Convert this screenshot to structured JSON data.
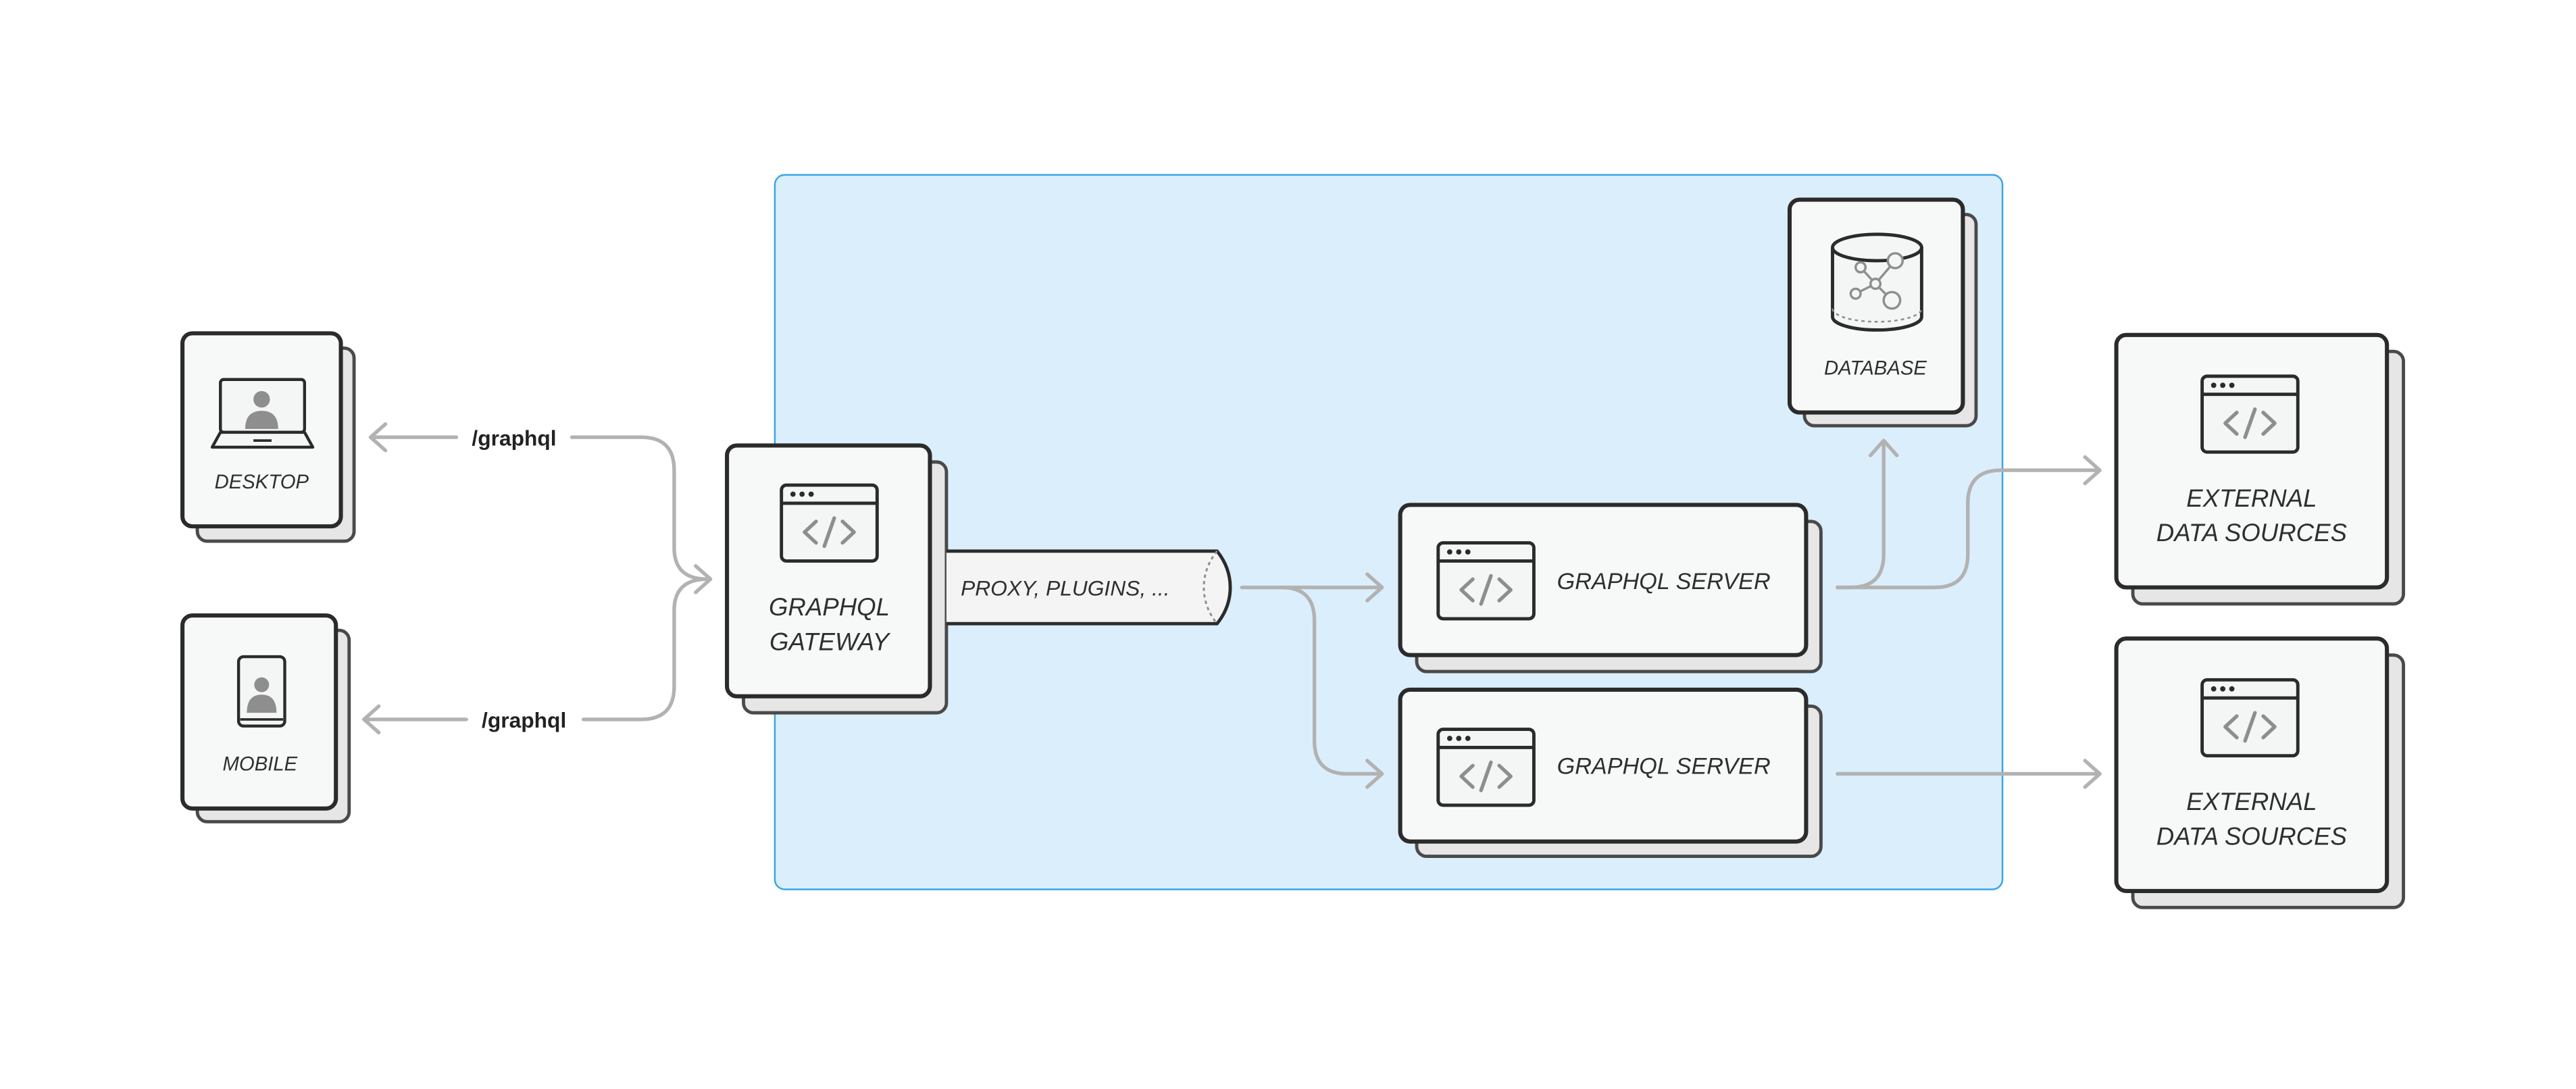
{
  "colors": {
    "cloud_fill": "#dbeefb",
    "cloud_stroke": "#3aa4e4",
    "card_fill": "#f7f8f8",
    "card_stroke": "#2b2b2b",
    "card_shadow": "#e6e6e7",
    "arrow": "#b2b2b2",
    "icon": "#8e8e8e"
  },
  "nodes": {
    "desktop": {
      "label": "DESKTOP",
      "icon": "laptop-user-icon"
    },
    "mobile": {
      "label": "MOBILE",
      "icon": "phone-user-icon"
    },
    "gateway": {
      "line1": "GRAPHQL",
      "line2": "GATEWAY",
      "icon": "code-window-icon"
    },
    "pipe": {
      "label": "PROXY, PLUGINS, ...",
      "icon": "pipe-cylinder"
    },
    "server_top": {
      "label": "GRAPHQL SERVER",
      "icon": "code-window-icon"
    },
    "server_bottom": {
      "label": "GRAPHQL SERVER",
      "icon": "code-window-icon"
    },
    "database": {
      "label": "DATABASE",
      "icon": "database-graph-icon"
    },
    "external_top": {
      "line1": "EXTERNAL",
      "line2": "DATA SOURCES",
      "icon": "code-window-icon"
    },
    "external_bottom": {
      "line1": "EXTERNAL",
      "line2": "DATA SOURCES",
      "icon": "code-window-icon"
    }
  },
  "edges": {
    "desktop_route": "/graphql",
    "mobile_route": "/graphql"
  }
}
